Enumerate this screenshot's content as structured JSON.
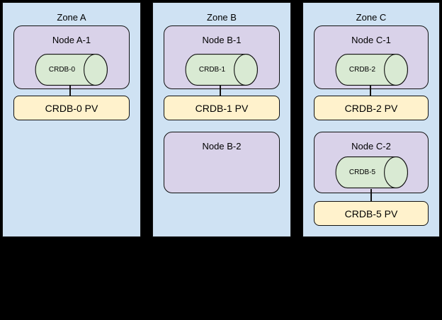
{
  "colors": {
    "background": "#000000",
    "zone_fill": "#cfe2f3",
    "node_fill": "#d9d2e9",
    "db_fill": "#d9ead3",
    "pv_fill": "#fff2cc",
    "outline": "#111111",
    "text": "#000000"
  },
  "diagram": {
    "type": "architecture-diagram",
    "description": "Three availability zones with nodes, CockroachDB pods (cylinders) and persistent volumes"
  },
  "zones": [
    {
      "label": "Zone A",
      "nodes": [
        {
          "label": "Node A-1",
          "db": "CRDB-0",
          "pv": "CRDB-0 PV"
        }
      ]
    },
    {
      "label": "Zone B",
      "nodes": [
        {
          "label": "Node B-1",
          "db": "CRDB-1",
          "pv": "CRDB-1 PV"
        },
        {
          "label": "Node B-2"
        }
      ]
    },
    {
      "label": "Zone C",
      "nodes": [
        {
          "label": "Node C-1",
          "db": "CRDB-2",
          "pv": "CRDB-2 PV"
        },
        {
          "label": "Node C-2",
          "db": "CRDB-5",
          "pv": "CRDB-5 PV"
        }
      ]
    }
  ]
}
